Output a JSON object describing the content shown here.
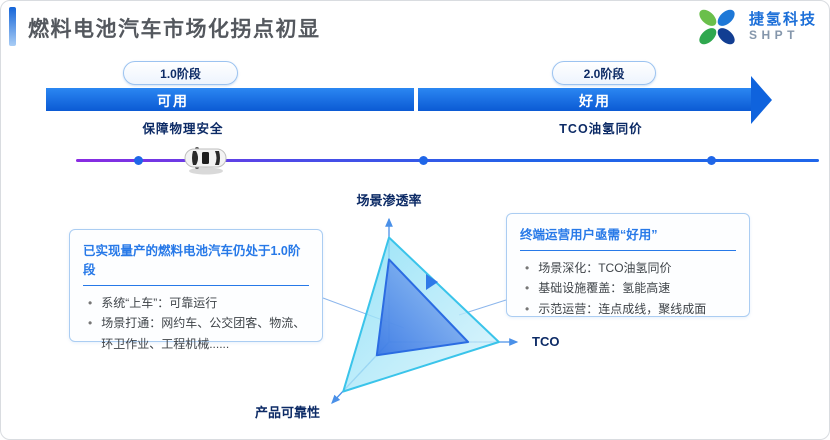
{
  "header": {
    "title": "燃料电池汽车市场化拐点初显",
    "logo_name": "捷氢科技",
    "logo_abbr": "SHPT"
  },
  "timeline": {
    "stage1": {
      "badge": "1.0阶段",
      "bar_label": "可用",
      "subtitle": "保障物理安全"
    },
    "stage2": {
      "badge": "2.0阶段",
      "bar_label": "好用",
      "subtitle": "TCO油氢同价"
    }
  },
  "left_panel": {
    "title": "已实现量产的燃料电池汽车仍处于1.0阶段",
    "bullets": [
      "系统“上车”：可靠运行",
      "场景打通：网约车、公交团客、物流、环卫作业、工程机械......"
    ]
  },
  "right_panel": {
    "title": "终端运营用户亟需“好用”",
    "bullets": [
      "场景深化：TCO油氢同价",
      "基础设施覆盖：氢能高速",
      "示范运营：连点成线，聚线成面"
    ]
  },
  "chart_data": {
    "type": "radar",
    "axes": [
      "场景渗透率",
      "TCO",
      "产品可靠性"
    ],
    "value_range": [
      0,
      1
    ],
    "series": [
      {
        "name": "1.0阶段",
        "values": [
          0.64,
          0.59,
          0.2
        ],
        "color": "#2b6ce2"
      },
      {
        "name": "2.0阶段",
        "values": [
          0.81,
          0.82,
          0.75
        ],
        "color": "#3ac4ea"
      }
    ],
    "grid": false,
    "legend_position": "none",
    "annotation": "由1.0阶段三角形向2.0阶段三角形扩张（▶）"
  },
  "colors": {
    "accent_blue": "#1f6ae0",
    "bar_gradient_top": "#2b87f2",
    "bar_gradient_bottom": "#0b5ad4",
    "road_purple": "#8a2be2",
    "road_blue": "#1f66ea",
    "navy_text": "#0d2b66",
    "box_border": "#abcdf2",
    "box_title_blue": "#2779e8"
  }
}
